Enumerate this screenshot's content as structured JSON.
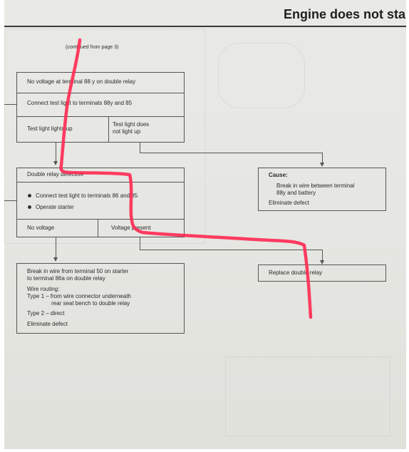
{
  "header": {
    "title": "Engine does not star"
  },
  "continued": "(continued from page 3)",
  "box1": {
    "row1": "No voltage at terminal 88 y on double relay",
    "row2": "Connect test light to terminals 88y and 85",
    "left": "Test light lights up",
    "right_line1": "Test light does",
    "right_line2": "not light up"
  },
  "cause_box": {
    "heading": "Cause:",
    "line1": "Break in wire between terminal",
    "line2": "88y and battery",
    "line3": "Eliminate defect"
  },
  "box2": {
    "title": "Double relay defective",
    "bullet1": "Connect test light to terminals 86 and 85",
    "bullet2": "Operate starter",
    "left": "No voltage",
    "right": "Voltage present"
  },
  "replace_box": {
    "label": "Replace double relay"
  },
  "box3": {
    "line1": "Break in wire from terminal 50 on starter",
    "line2": "to terminal 86a on double relay",
    "line3": "Wire routing:",
    "line4": "Type 1 – from wire connector underneath",
    "line5": "rear seat bench to double relay",
    "line6": "Type 2 – direct",
    "line7": "Eliminate defect"
  },
  "colors": {
    "annotation": "#ff2d55",
    "lines": "#555555",
    "paper": "#e7e7e3"
  }
}
